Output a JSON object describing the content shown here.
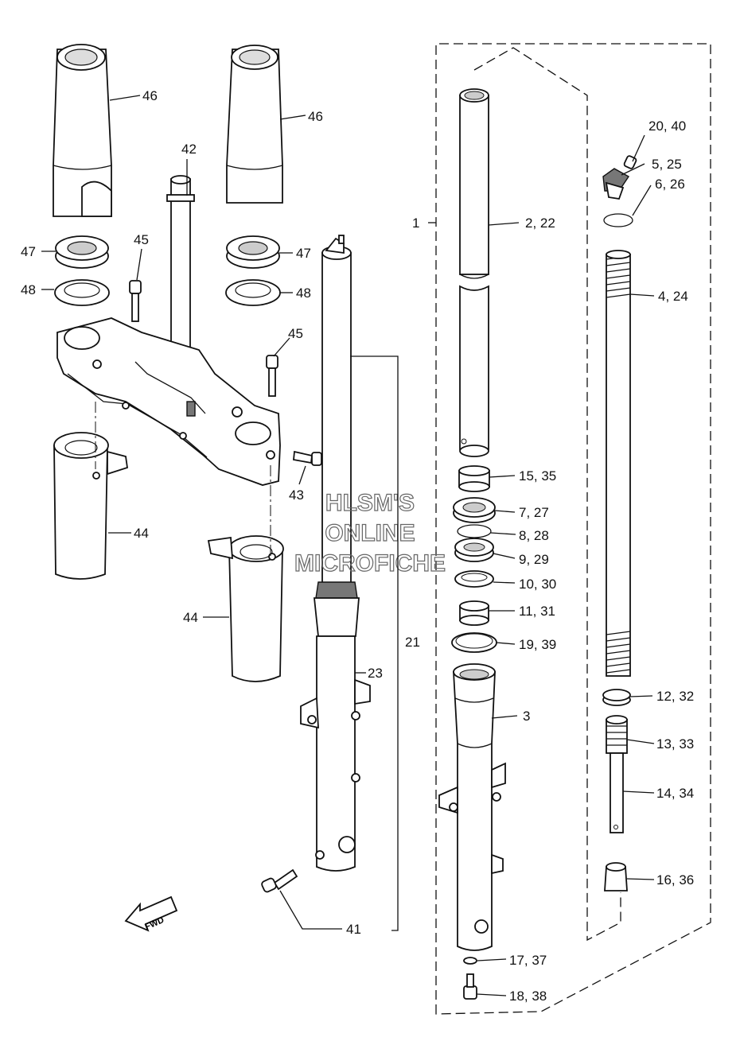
{
  "watermark": [
    "HLSM'S",
    "ONLINE",
    "MICROFICHE"
  ],
  "fwd_arrow_label": "FWD",
  "callouts": [
    {
      "id": "c46a",
      "text": "46"
    },
    {
      "id": "c46b",
      "text": "46"
    },
    {
      "id": "c42",
      "text": "42"
    },
    {
      "id": "c47a",
      "text": "47"
    },
    {
      "id": "c47b",
      "text": "47"
    },
    {
      "id": "c48a",
      "text": "48"
    },
    {
      "id": "c48b",
      "text": "48"
    },
    {
      "id": "c45a",
      "text": "45"
    },
    {
      "id": "c45b",
      "text": "45"
    },
    {
      "id": "c43",
      "text": "43"
    },
    {
      "id": "c44a",
      "text": "44"
    },
    {
      "id": "c44b",
      "text": "44"
    },
    {
      "id": "c21",
      "text": "21"
    },
    {
      "id": "c23",
      "text": "23"
    },
    {
      "id": "c41",
      "text": "41"
    },
    {
      "id": "c1",
      "text": "1"
    },
    {
      "id": "c2_22",
      "text": "2, 22"
    },
    {
      "id": "c3",
      "text": "3"
    },
    {
      "id": "c15_35",
      "text": "15, 35"
    },
    {
      "id": "c7_27",
      "text": "7, 27"
    },
    {
      "id": "c8_28",
      "text": "8, 28"
    },
    {
      "id": "c9_29",
      "text": "9, 29"
    },
    {
      "id": "c10_30",
      "text": "10, 30"
    },
    {
      "id": "c11_31",
      "text": "11, 31"
    },
    {
      "id": "c19_39",
      "text": "19, 39"
    },
    {
      "id": "c20_40",
      "text": "20, 40"
    },
    {
      "id": "c5_25",
      "text": "5, 25"
    },
    {
      "id": "c6_26",
      "text": "6, 26"
    },
    {
      "id": "c4_24",
      "text": "4, 24"
    },
    {
      "id": "c12_32",
      "text": "12, 32"
    },
    {
      "id": "c13_33",
      "text": "13, 33"
    },
    {
      "id": "c14_34",
      "text": "14, 34"
    },
    {
      "id": "c16_36",
      "text": "16, 36"
    },
    {
      "id": "c17_37",
      "text": "17, 37"
    },
    {
      "id": "c18_38",
      "text": "18, 38"
    }
  ]
}
